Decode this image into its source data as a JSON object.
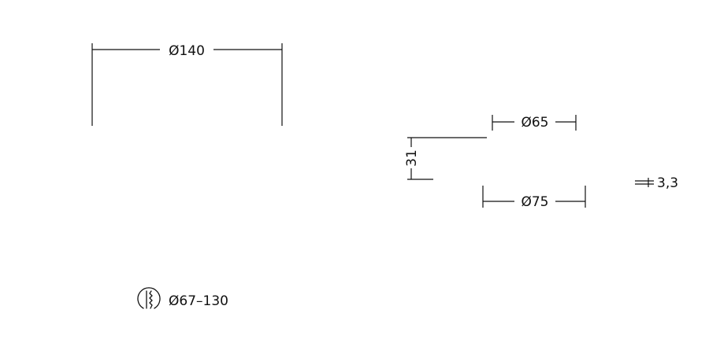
{
  "dimensions": {
    "shade_diameter": "Ø140",
    "top_diameter": "Ø65",
    "bottom_diameter": "Ø75",
    "height": "31",
    "thickness": "3,3",
    "cutout_range": "Ø67–130"
  },
  "icons": {
    "cutout": "hole-saw-icon"
  }
}
